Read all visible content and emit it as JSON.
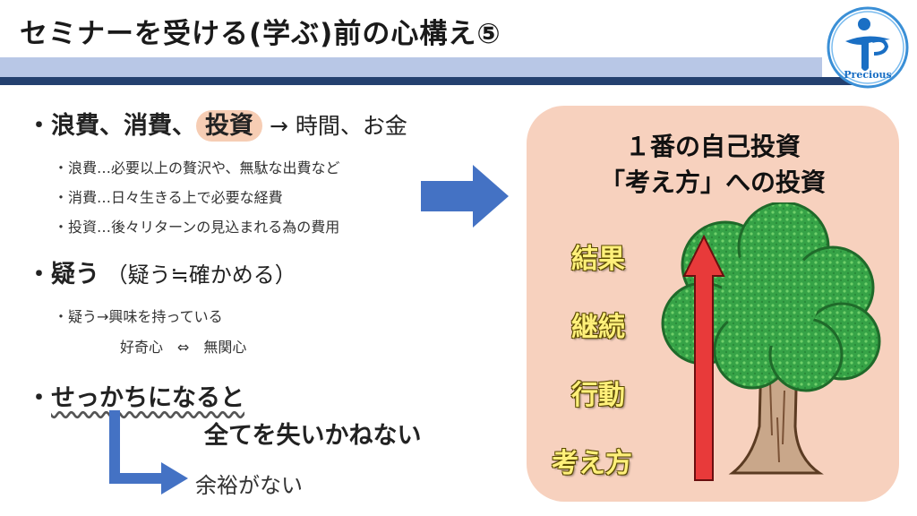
{
  "title": "セミナーを受ける(学ぶ)前の心構え⑤",
  "logo": {
    "text": "Precious",
    "icon": "person-logo-icon"
  },
  "section1": {
    "bullet": "・",
    "waste": "浪費、消費、",
    "invest": "投資",
    "arrow_rest": " → 時間、お金",
    "items": [
      "・浪費…必要以上の贅沢や、無駄な出費など",
      "・消費…日々生きる上で必要な経費",
      "・投資…後々リターンの見込まれる為の費用"
    ]
  },
  "section2": {
    "bullet": "・",
    "head": "疑う",
    "rest": " （疑う≒確かめる）",
    "item": "・疑う→興味を持っている",
    "contrast": "好奇心　⇔　無関心"
  },
  "section3": {
    "bullet": "・",
    "head": "せっかちになると",
    "line2": "全てを失いかねない",
    "result": "余裕がない"
  },
  "panel": {
    "title_line1": "１番の自己投資",
    "title_line2": "「考え方」への投資",
    "labels": [
      "結果",
      "継続",
      "行動",
      "考え方"
    ]
  },
  "colors": {
    "arrow_blue": "#4472c4",
    "arrow_red": "#e83a3a",
    "panel_bg": "#f7d1be",
    "tree_green": "#3aa84a"
  }
}
